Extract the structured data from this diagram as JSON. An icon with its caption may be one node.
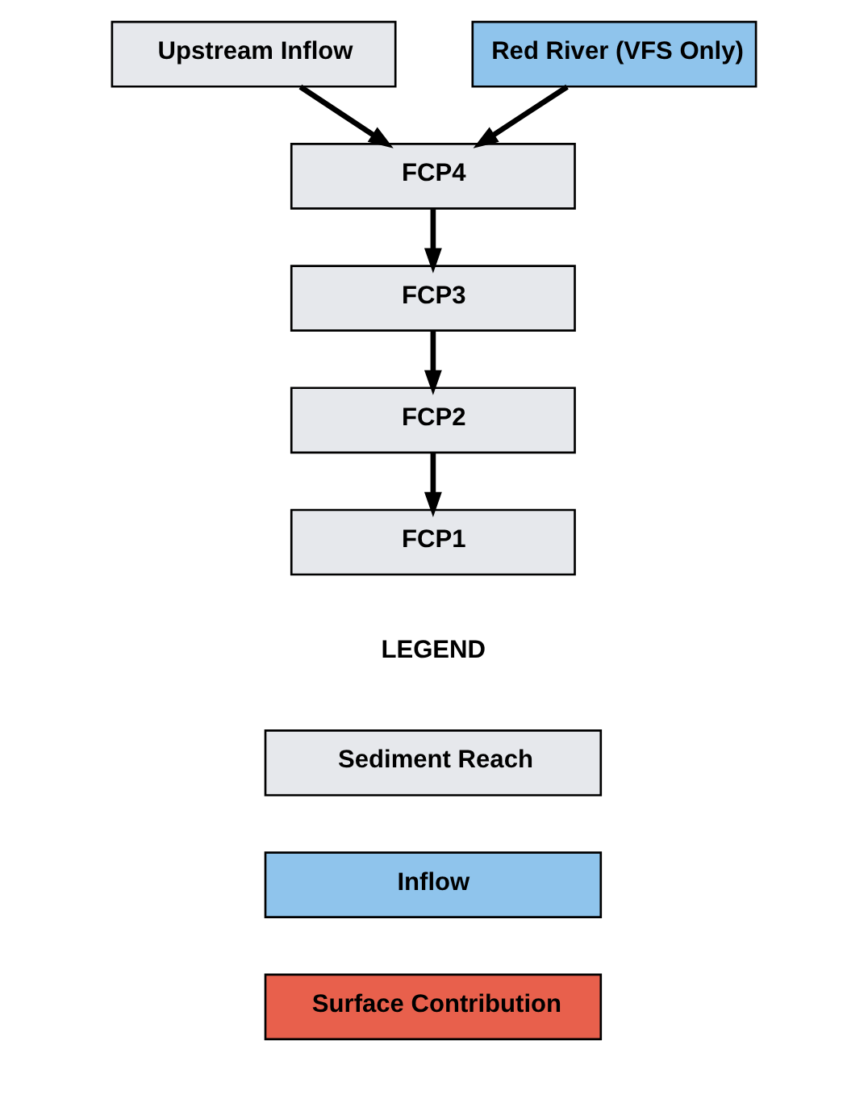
{
  "diagram": {
    "nodes": [
      {
        "text": [
          "Upstream Inflow"
        ]
      },
      {
        "text": [
          "Red River (VFS Only)"
        ]
      },
      {
        "text": [
          "FCP4"
        ]
      },
      {
        "text": [
          "FCP3"
        ]
      },
      {
        "text": [
          "FCP2"
        ]
      },
      {
        "text": [
          "FCP1"
        ]
      }
    ],
    "edges": [
      {
        "from": 0,
        "to": 2,
        "arrow": "to"
      },
      {
        "from": 1,
        "to": 2,
        "arrow": "to"
      },
      {
        "from": 2,
        "to": 3,
        "arrow": "to"
      },
      {
        "from": 3,
        "to": 4,
        "arrow": "to"
      },
      {
        "from": 4,
        "to": 5,
        "arrow": "to"
      }
    ],
    "labels": [
      "LEGEND"
    ],
    "legend": [
      {
        "text": "Sediment Reach",
        "color": "#e6e8ec"
      },
      {
        "text": "Inflow",
        "color": "#8fc4ec"
      },
      {
        "text": "Surface Contribution",
        "color": "#e8604c"
      }
    ]
  }
}
